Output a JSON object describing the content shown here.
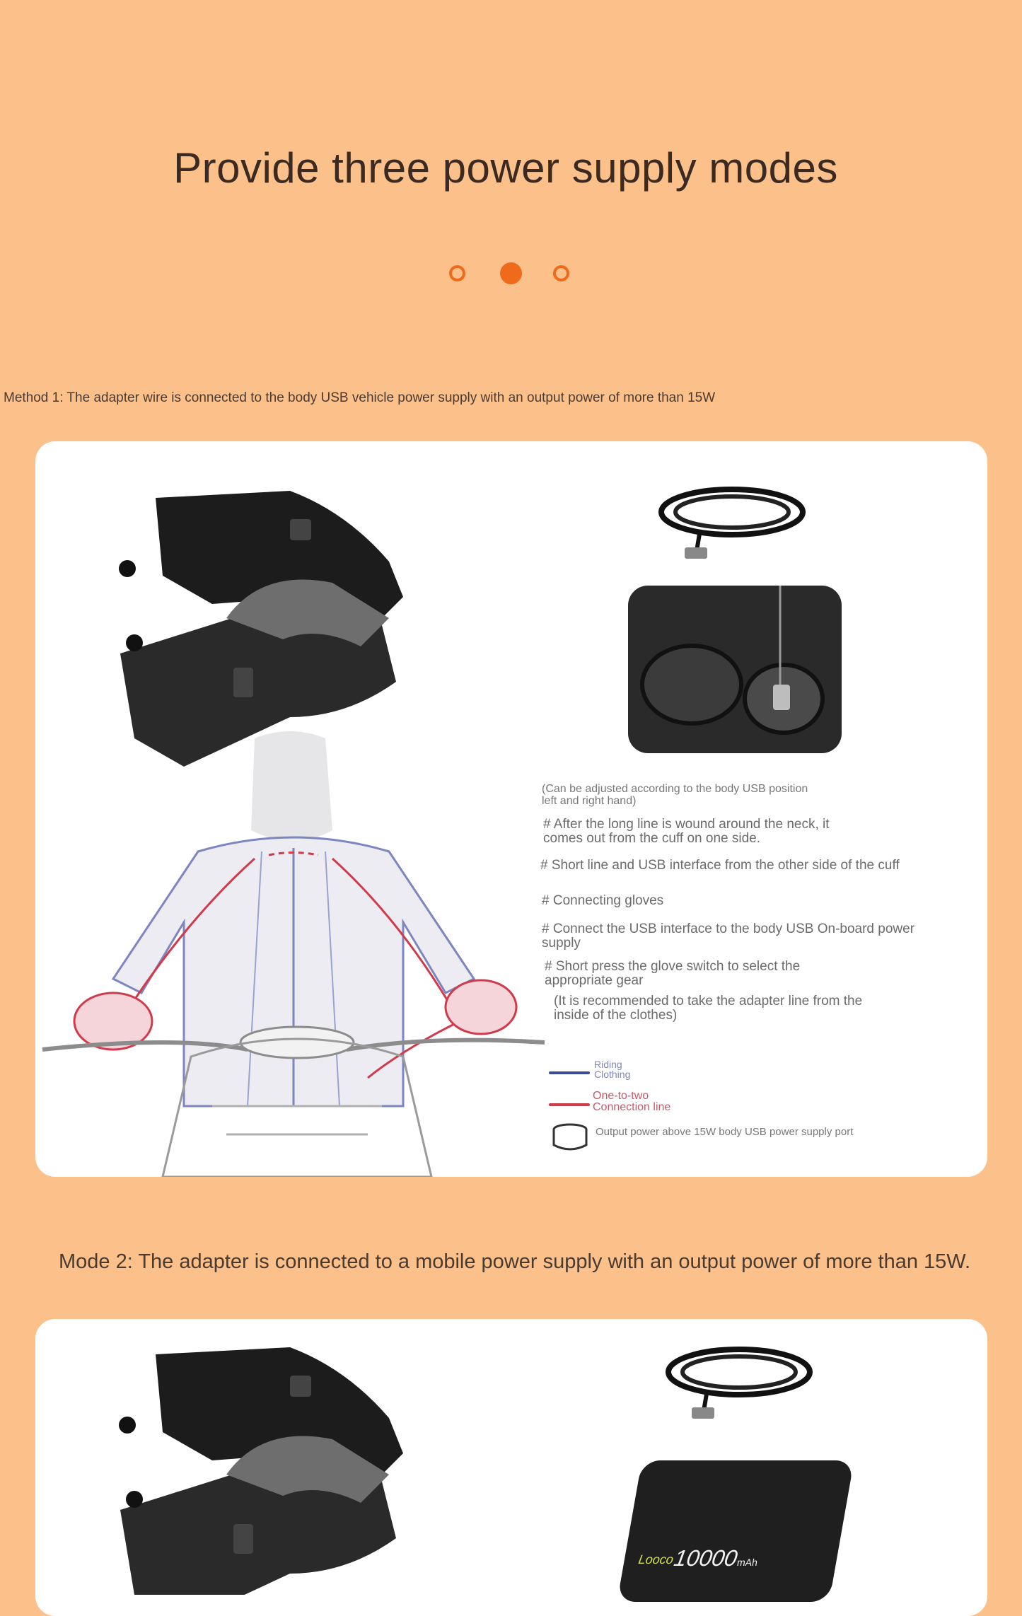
{
  "header": {
    "title": "Provide three power supply modes"
  },
  "pagination": {
    "dots": [
      {
        "state": "inactive"
      },
      {
        "state": "active"
      },
      {
        "state": "inactive"
      }
    ],
    "color": "#f06a1c"
  },
  "section1": {
    "heading": "Method 1: The adapter wire is connected to the body USB vehicle power supply with an output power of more than 15W",
    "notes": {
      "adjust": "(Can be adjusted according to the body USB position left and right hand)",
      "step1": "# After the long line is wound around the neck, it comes out from the cuff on one side.",
      "step2": "# Short line and USB interface from the other side of the cuff",
      "step3": "# Connecting gloves",
      "step4": "# Connect the USB interface to the body USB On-board power supply",
      "step5": "# Short press the glove switch to select the appropriate gear",
      "recommend": "(It is recommended to take the adapter line from the inside of the clothes)"
    },
    "legend": {
      "clothing": "Riding Clothing",
      "line": "One-to-two Connection line",
      "port": "Output power above 15W body USB power supply port"
    }
  },
  "section2": {
    "heading": "Mode 2: The adapter is connected to a mobile power supply with an output power of more than 15W.",
    "powerbank_brand": "Looco",
    "powerbank_capacity": "10000",
    "powerbank_unit": "mAh"
  },
  "colors": {
    "background": "#fcc08b",
    "accent": "#f06a1c",
    "clothing_line": "#3c4c9a",
    "connection_line": "#d13a4a"
  }
}
